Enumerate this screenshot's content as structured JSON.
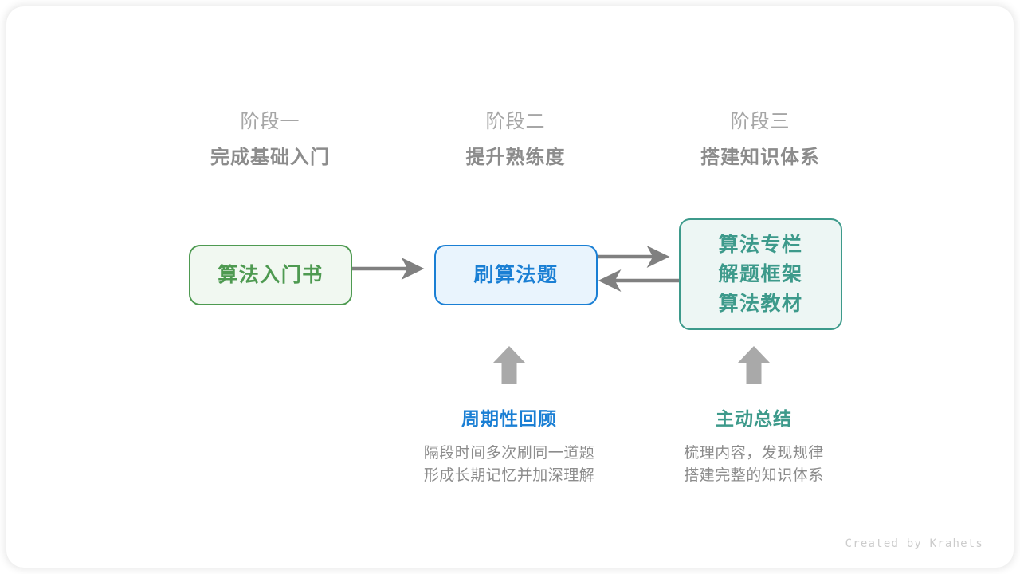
{
  "stages": [
    {
      "sub": "阶段一",
      "title": "完成基础入门"
    },
    {
      "sub": "阶段二",
      "title": "提升熟练度"
    },
    {
      "sub": "阶段三",
      "title": "搭建知识体系"
    }
  ],
  "nodes": {
    "book": {
      "lines": [
        "算法入门书"
      ],
      "color": "#4e9a51",
      "fill": "#f1f8f1"
    },
    "practice": {
      "lines": [
        "刷算法题"
      ],
      "color": "#1a7fd4",
      "fill": "#e9f4fd"
    },
    "systems": {
      "lines": [
        "算法专栏",
        "解题框架",
        "算法教材"
      ],
      "color": "#3d9a8b",
      "fill": "#edf6f4"
    }
  },
  "notes": [
    {
      "title": "周期性回顾",
      "body_line1": "隔段时间多次刷同一道题",
      "body_line2": "形成长期记忆并加深理解",
      "color": "#1a7fd4"
    },
    {
      "title": "主动总结",
      "body_line1": "梳理内容，发现规律",
      "body_line2": "搭建完整的知识体系",
      "color": "#3d9a8b"
    }
  ],
  "arrows": {
    "color": "#808080",
    "block_color": "#a9a9a9"
  },
  "credit": "Created by Krahets"
}
